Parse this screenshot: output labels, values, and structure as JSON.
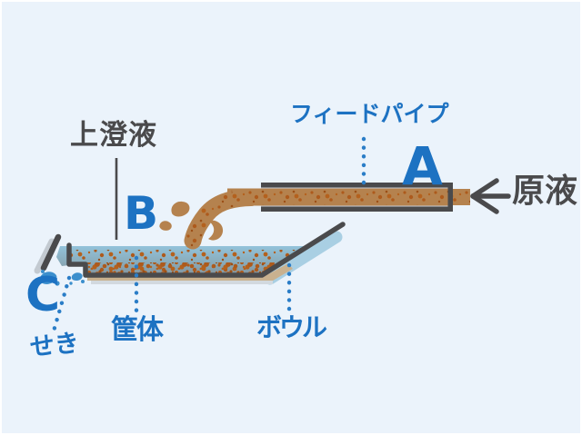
{
  "diagram": {
    "title_context": "decanter-centrifuge-feed-diagram",
    "labels": {
      "supernatant": "上澄液",
      "feed_pipe": "フィードパイプ",
      "raw_liquid": "原液",
      "weir": "せき",
      "casing": "筐体",
      "bowl": "ボウル"
    },
    "markers": {
      "a": "A",
      "b": "B",
      "c": "C"
    },
    "icons": {
      "raw_liquid_arrow": "left-arrow-icon"
    },
    "colors": {
      "background": "#ebf3fb",
      "frame": "#ffffff",
      "accent_blue": "#1d72c2",
      "pointer_dot_blue": "#2a7dc7",
      "dark_gray": "#4a4a4c",
      "slurry_brown": "#b5824e",
      "speckle_orange": "#ad5a1c",
      "liquid_top_blue": "#93c4dc",
      "liquid_bottom_gray": "#83929a",
      "casing_lining_gray": "#c9cfd5",
      "bowl_underside_tan": "#c9b18f",
      "wall_shadow_blue": "#a9cfe3",
      "lip_shadow_gray": "#c3cad1",
      "splash_blue": "#3c8fcd"
    }
  }
}
